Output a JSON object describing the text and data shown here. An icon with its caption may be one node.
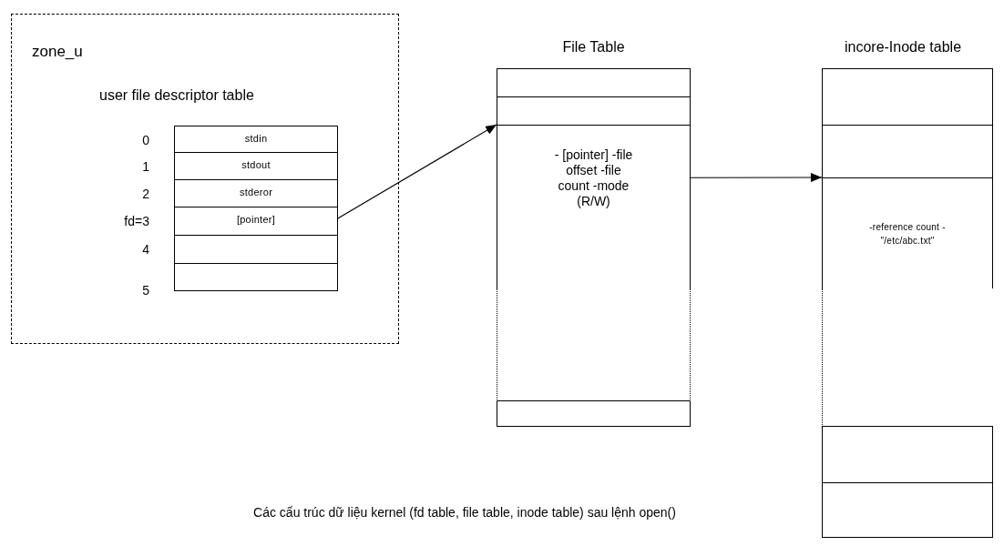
{
  "diagram": {
    "caption": "Các cấu trúc dữ liệu kernel (fd table, file table, inode table) sau lệnh open()",
    "nodes": [
      {
        "text": [
          "zone_u"
        ]
      },
      {
        "text": [
          "user file descriptor table"
        ],
        "in": 0
      },
      {
        "text": [
          "stdin"
        ],
        "in": 1,
        "beside": [
          "0"
        ]
      },
      {
        "text": [
          "stdout"
        ],
        "in": 1,
        "beside": [
          "1"
        ]
      },
      {
        "text": [
          "stderor"
        ],
        "in": 1,
        "beside": [
          "2"
        ]
      },
      {
        "text": [
          "[pointer]"
        ],
        "in": 1,
        "beside": [
          "fd=3"
        ]
      },
      {
        "text": [],
        "shape": "box",
        "in": 1,
        "beside": [
          "4"
        ]
      },
      {
        "text": [],
        "shape": "box",
        "in": 1,
        "beside": [
          "5"
        ]
      },
      {
        "text": [
          "File Table"
        ]
      },
      {
        "text": [],
        "shape": "box",
        "in": 8
      },
      {
        "text": [],
        "shape": "box",
        "in": 8
      },
      {
        "text": [
          "- [pointer] -file offset -file count -mode (R/W)"
        ],
        "in": 8
      },
      {
        "text": [],
        "shape": "box",
        "in": 8
      },
      {
        "text": [],
        "shape": "box",
        "in": 8
      },
      {
        "text": [
          "incore-Inode table"
        ]
      },
      {
        "text": [],
        "shape": "box",
        "in": 14
      },
      {
        "text": [],
        "shape": "box",
        "in": 14
      },
      {
        "text": [
          "-reference count -\"/etc/abc.txt\""
        ],
        "in": 14
      },
      {
        "text": [],
        "shape": "box",
        "in": 14
      },
      {
        "text": [],
        "shape": "box",
        "in": 14
      },
      {
        "text": [],
        "shape": "box",
        "in": 14
      }
    ],
    "edges": [
      {
        "from": 5,
        "to": 11,
        "arrow": "to"
      },
      {
        "from": 11,
        "to": 17,
        "arrow": "to"
      }
    ]
  }
}
